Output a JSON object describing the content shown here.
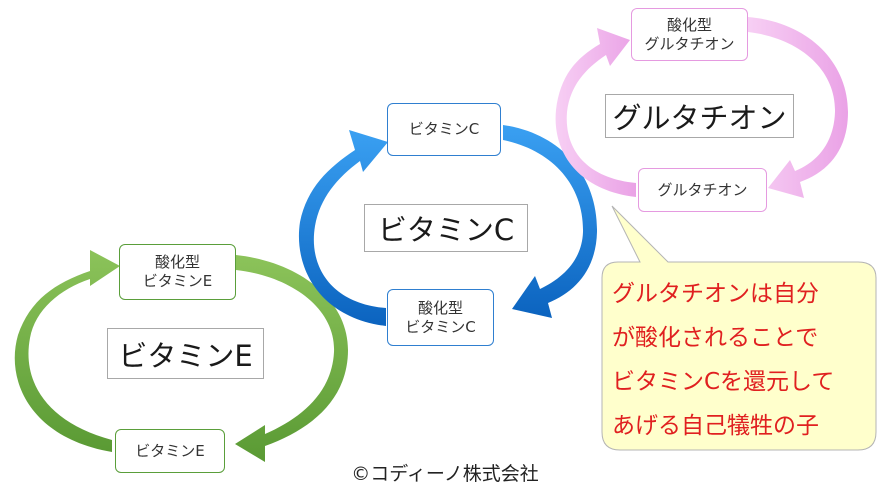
{
  "cycles": {
    "vitamin_e": {
      "color": "#6fae45",
      "title": "ビタミンE",
      "oxidized": "酸化型\nビタミンE",
      "reduced": "ビタミンE"
    },
    "vitamin_c": {
      "color": "#1f86e0",
      "title": "ビタミンC",
      "oxidized": "酸化型\nビタミンC",
      "reduced": "ビタミンC"
    },
    "glutathione": {
      "color": "#f2b8ee",
      "title": "グルタチオン",
      "oxidized": "酸化型\nグルタチオン",
      "reduced": "グルタチオン"
    }
  },
  "callout": {
    "text": "グルタチオンは自分\nが酸化されることで\nビタミンCを還元して\nあげる自己犠牲の子",
    "fill": "#ffffcc",
    "text_color": "#e02020"
  },
  "copyright": "©コディーノ株式会社"
}
